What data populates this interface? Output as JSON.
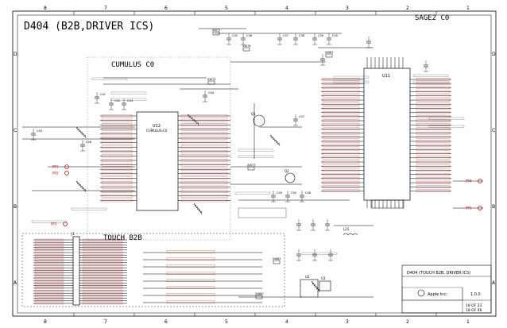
{
  "sheet": {
    "title": "D404 (B2B,DRIVER ICS)",
    "cols": [
      "8",
      "7",
      "6",
      "5",
      "4",
      "3",
      "2",
      "1"
    ],
    "rows": [
      "D",
      "C",
      "B",
      "A"
    ]
  },
  "blocks": {
    "cumulus": "CUMULUS C0",
    "sage": "SAGE2 C0",
    "touch": "TOUCH B2B"
  },
  "refs": {
    "u12": "U12",
    "u12_part": "CUMULUS-C0",
    "u11": "U11",
    "j1": "J1",
    "u2": "U2",
    "u3": "U3",
    "q1": "Q1",
    "q2": "Q2",
    "l21": "L21",
    "caps": [
      "C35",
      "C36",
      "C37",
      "C38",
      "C39",
      "C40",
      "C41",
      "C42",
      "C43",
      "C44",
      "C45",
      "C46",
      "C47",
      "C48",
      "C49",
      "C50"
    ],
    "xw": [
      "XW74",
      "XW76",
      "XW71",
      "XW73",
      "XW80",
      "XW81",
      "XW82"
    ],
    "pp": [
      "PP1",
      "PP2",
      "PP3",
      "PP4",
      "PP5"
    ]
  },
  "titleblock": {
    "company": "Apple Inc.",
    "drawing_title": "D404 (TOUCH B2B, DRIVER ICS)",
    "rev": "1.0.0",
    "sheet1": "18 OF 23",
    "sheet2": "18 OF 46"
  },
  "icons": {
    "logo": "apple-logo-icon"
  },
  "colors": {
    "ink": "#000000",
    "accent": "#c00000",
    "paper": "#ffffff"
  }
}
